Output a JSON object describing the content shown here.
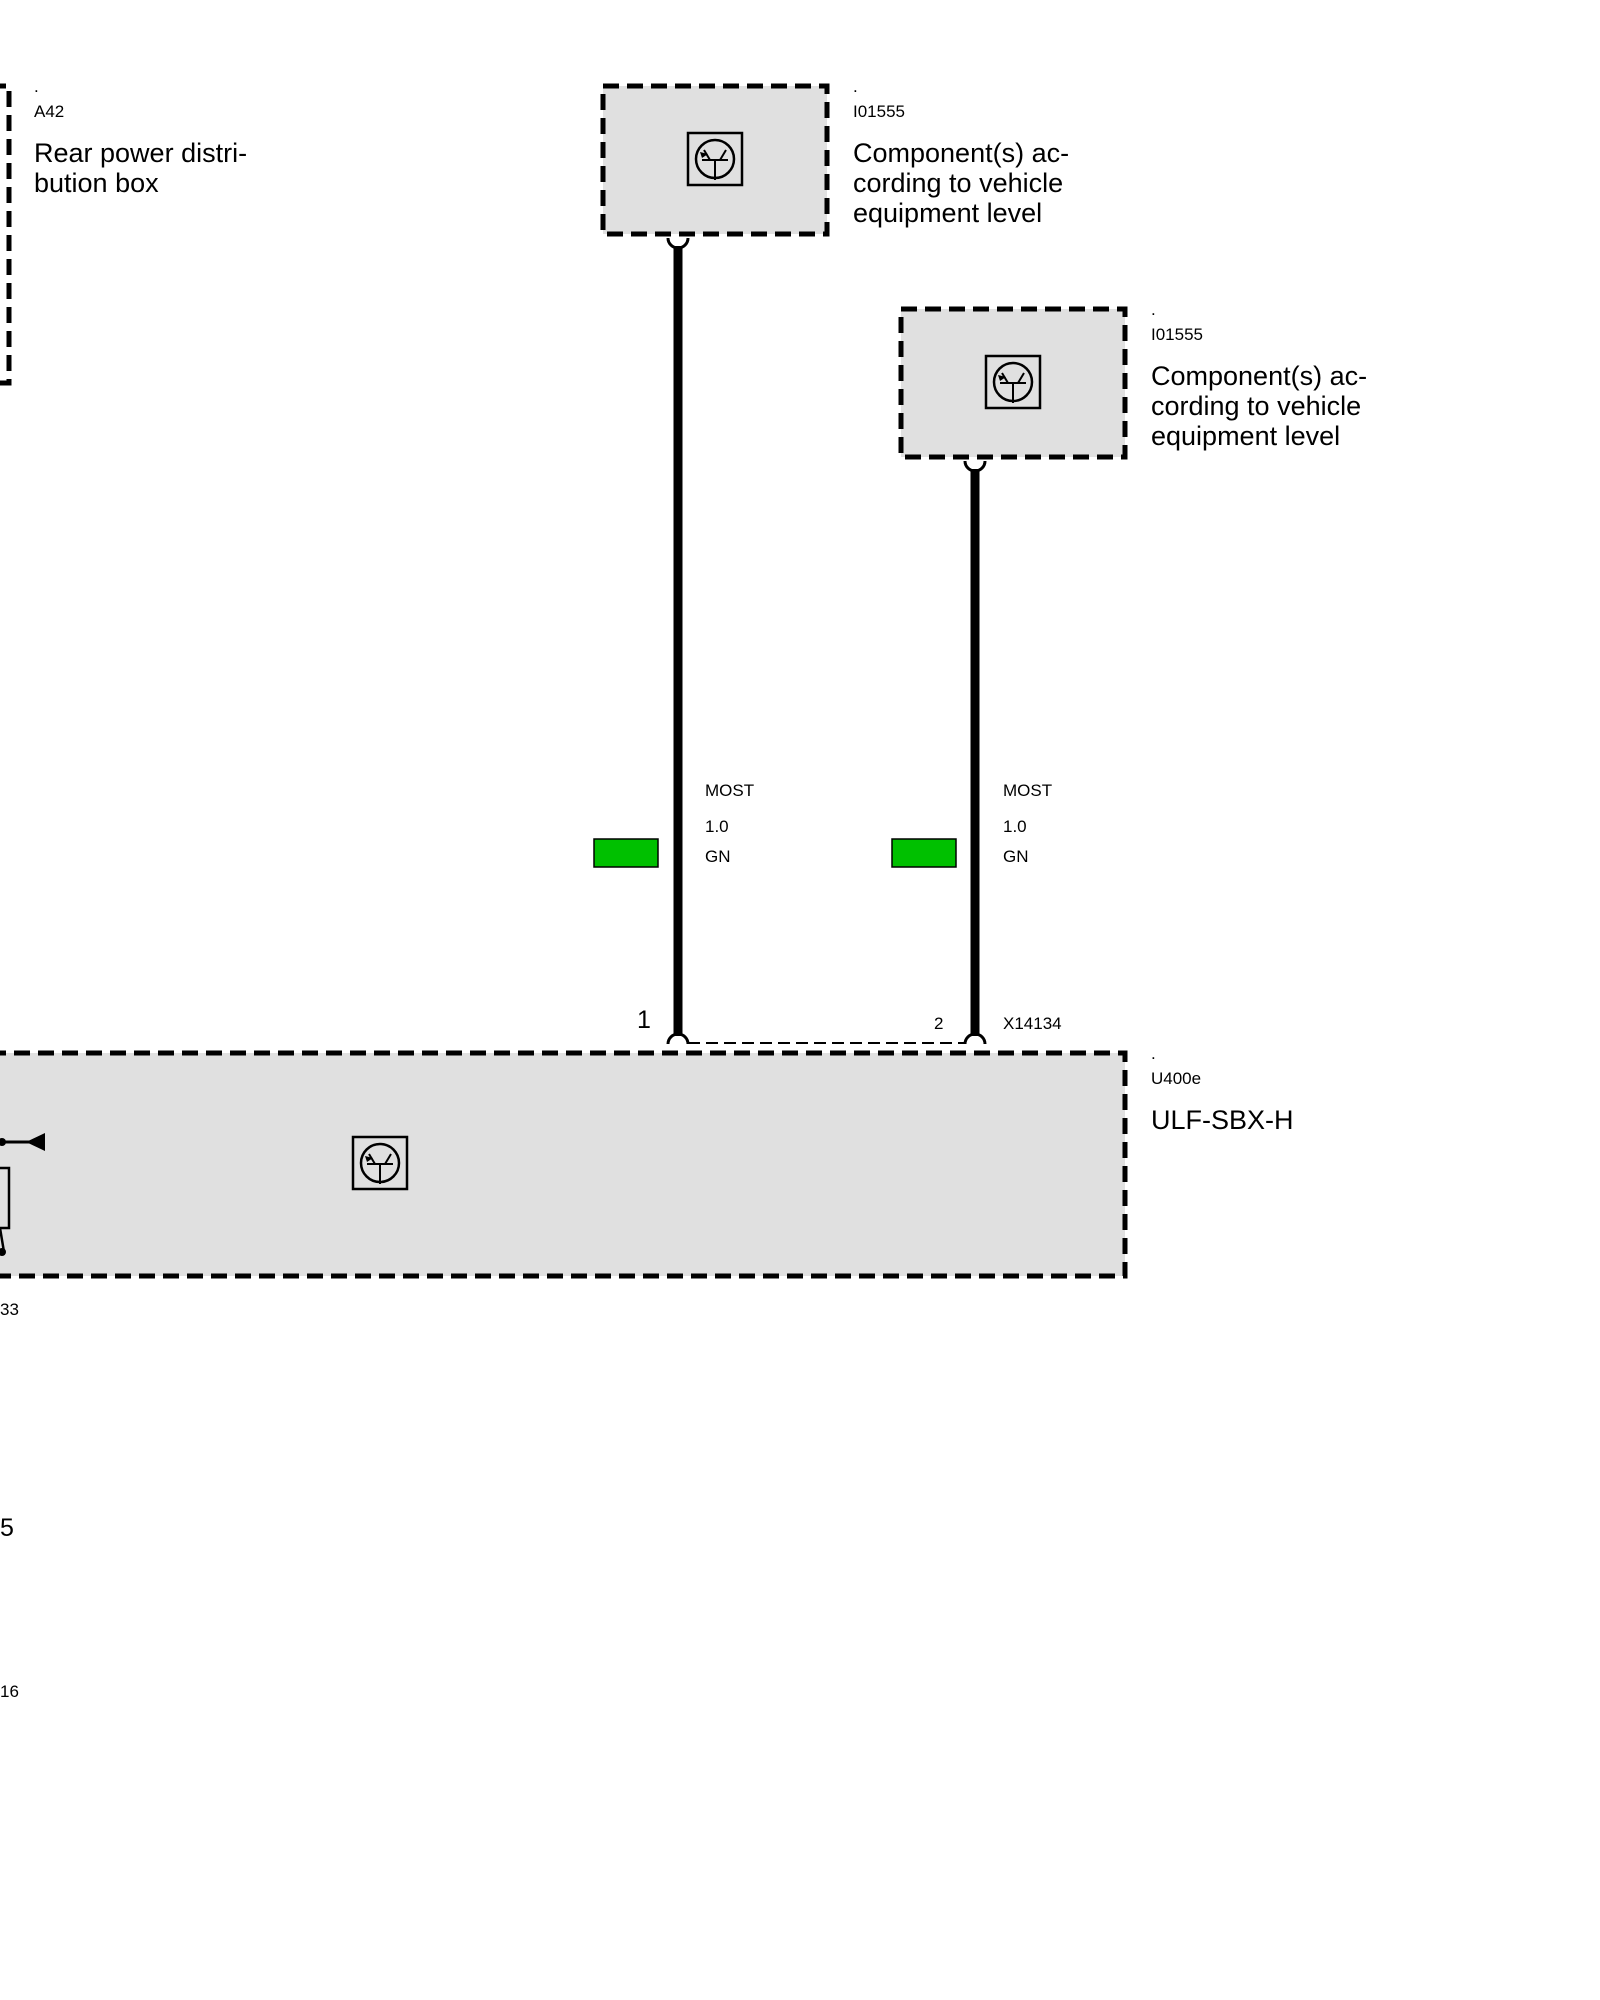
{
  "components": {
    "rear_pdb": {
      "dot": ".",
      "id": "A42",
      "label_line1": "Rear power distri-",
      "label_line2": "bution box"
    },
    "component_top": {
      "dot": ".",
      "id": "I01555",
      "label_line1": "Component(s) ac-",
      "label_line2": "cording to vehicle",
      "label_line3": "equipment level"
    },
    "component_right": {
      "dot": ".",
      "id": "I01555",
      "label_line1": "Component(s) ac-",
      "label_line2": "cording to vehicle",
      "label_line3": "equipment level"
    },
    "ulf": {
      "dot": ".",
      "id": "U400e",
      "label": "ULF-SBX-H"
    }
  },
  "wires": [
    {
      "signal": "MOST",
      "size": "1.0",
      "color_code": "GN",
      "color_hex": "#00c000"
    },
    {
      "signal": "MOST",
      "size": "1.0",
      "color_code": "GN",
      "color_hex": "#00c000"
    }
  ],
  "connector": {
    "pin1": "1",
    "pin2": "2",
    "id": "X14134"
  },
  "left_edge_labels": {
    "a": "33",
    "b": "5",
    "c": "16"
  }
}
